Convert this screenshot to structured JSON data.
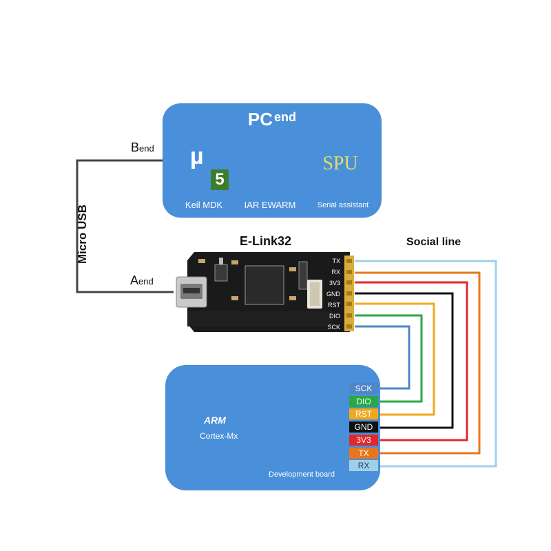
{
  "pc_end": {
    "title_big": "PC",
    "title_small": "end",
    "apps": [
      {
        "label": "Keil MDK",
        "icon": "keil-mu5-icon",
        "glyph": "µ",
        "sub_glyph": "5"
      },
      {
        "label": "IAR EWARM",
        "icon": "iar-logo-icon"
      },
      {
        "label": "Serial assistant",
        "icon": "spu-icon",
        "glyph": "SPU"
      }
    ]
  },
  "usb": {
    "label": "Micro USB",
    "b_end_cap": "B",
    "b_end_rest": "end",
    "a_end_cap": "A",
    "a_end_rest": "end"
  },
  "elink": {
    "title": "E-Link32",
    "pins": [
      "TX",
      "RX",
      "3V3",
      "GND",
      "RST",
      "DIO",
      "SCK"
    ]
  },
  "social_line_label": "Social line",
  "dev_board": {
    "label": "Development board",
    "chip_brand": "ARM",
    "chip_model": "Cortex-Mx",
    "pins": [
      {
        "name": "SCK",
        "color": "#4e86c6"
      },
      {
        "name": "DIO",
        "color": "#27a943"
      },
      {
        "name": "RST",
        "color": "#f1a91c"
      },
      {
        "name": "GND",
        "color": "#111111"
      },
      {
        "name": "3V3",
        "color": "#e0282c"
      },
      {
        "name": "TX",
        "color": "#e8761c"
      },
      {
        "name": "RX",
        "color": "#9fd0ea"
      }
    ]
  },
  "colors": {
    "panel_blue": "#4a8fd9",
    "keil_green": "#3e7d2e",
    "spu_olive": "#6e6b15",
    "pcb_black": "#1a1a1a",
    "gold": "#d8ad3a"
  }
}
